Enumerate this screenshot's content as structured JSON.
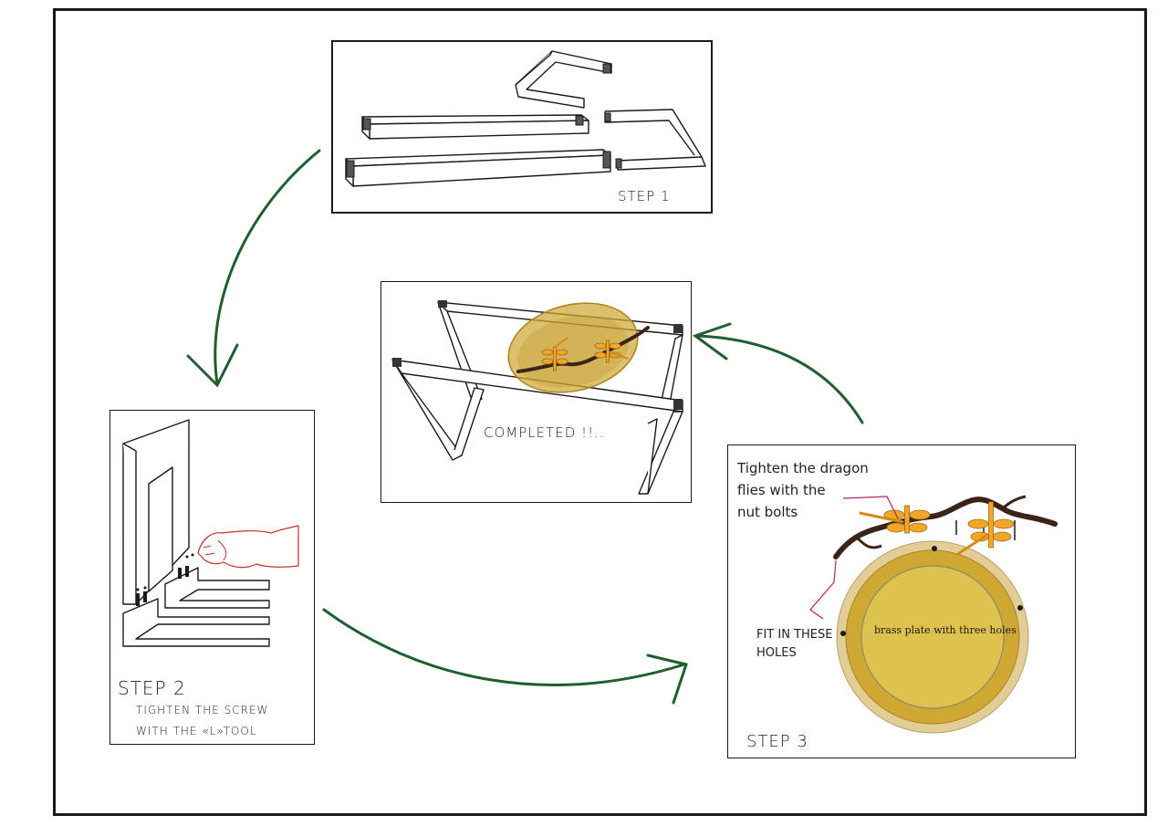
{
  "step1": {
    "label": "STEP 1"
  },
  "completed": {
    "label": "COMPLETED !!.."
  },
  "step2": {
    "label": "STEP 2",
    "instruction_line1": "TIGHTEN  THE SCREW",
    "instruction_line2": "WITH THE «L»TOOL"
  },
  "step3": {
    "label": "STEP 3",
    "note_line1": "Tighten the dragon",
    "note_line2": "flies with the",
    "note_line3": "nut bolts",
    "holes_line1": "FIT IN THESE",
    "holes_line2": "HOLES",
    "plate_label": "brass plate with three holes"
  },
  "colors": {
    "frame": "#1a1a1a",
    "arrow": "#1f5e2e",
    "brass_outer": "#e3cd96",
    "brass_mid": "#cfa833",
    "brass_inner": "#ddc24d",
    "dragonfly": "#f2a628",
    "branch": "#3a2418",
    "leader": "#b0246b",
    "hand": "#c0322b"
  }
}
